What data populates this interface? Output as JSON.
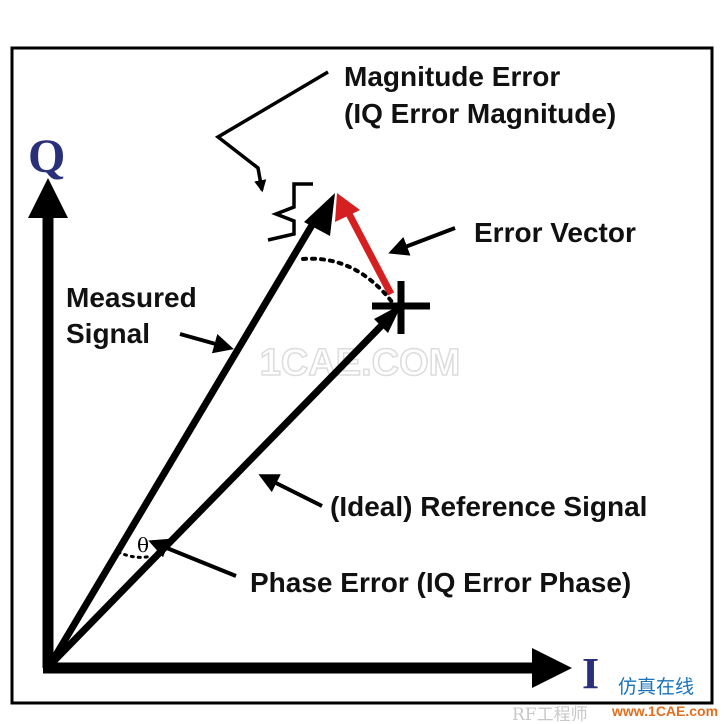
{
  "labels": {
    "magnitude_error_line1": "Magnitude Error",
    "magnitude_error_line2": "(IQ Error Magnitude)",
    "error_vector": "Error Vector",
    "measured_line1": "Measured",
    "measured_line2": "Signal",
    "reference_signal": "(Ideal) Reference Signal",
    "phase_error": "Phase Error (IQ Error Phase)",
    "theta": "θ",
    "axis_q": "Q",
    "axis_i": "I"
  },
  "watermarks": {
    "center": "1CAE.COM",
    "corner_cn": "仿真在线",
    "corner_site": "www.1CAE.com",
    "bottom_caption": "RF工程师"
  },
  "colors": {
    "error_vector": "#d42020",
    "axis_letters": "#2a2f7a",
    "lines": "#000000",
    "watermark_cn": "#1a73b8",
    "watermark_site": "#e07020"
  }
}
